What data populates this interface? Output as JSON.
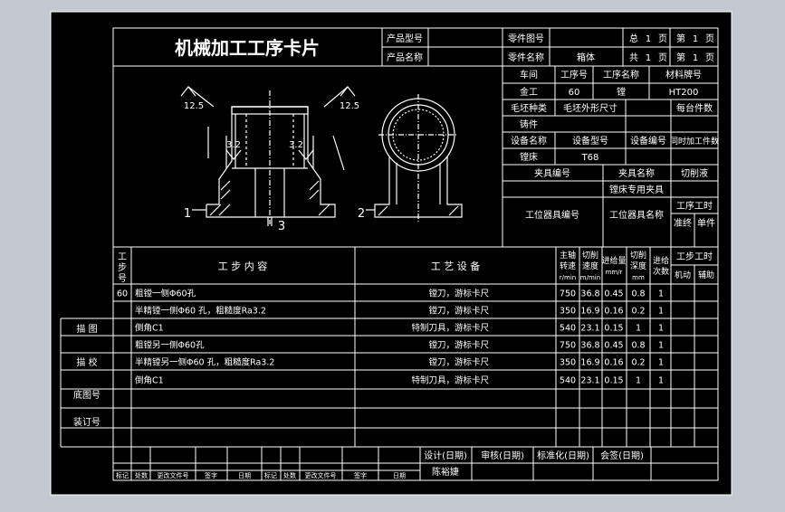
{
  "title": "机械加工工序卡片",
  "header": {
    "product_model_label": "产品型号",
    "product_name_label": "产品名称",
    "part_drawing_no_label": "零件图号",
    "part_name_label": "零件名称",
    "part_name_value": "箱体",
    "total_prefix": "总",
    "total_value": "1",
    "page_unit": "页",
    "sheet_prefix": "第",
    "sheet_value": "1",
    "common_prefix": "共",
    "common_value": "1"
  },
  "info": {
    "workshop_label": "车间",
    "op_no_label": "工序号",
    "op_name_label": "工序名称",
    "material_label": "材料牌号",
    "workshop": "金工",
    "op_no": "60",
    "op_name": "镗",
    "material": "HT200",
    "blank_type_label": "毛坯种类",
    "blank_size_label": "毛坯外形尺寸",
    "per_blank_label": "每台件数",
    "pieces_label": "铸件",
    "equip_name_label": "设备名称",
    "equip_model_label": "设备型号",
    "equip_no_label": "设备编号",
    "simul_label": "同时加工件数",
    "equip_name": "镗床",
    "equip_model": "T68",
    "fixture_no_label": "夹具编号",
    "fixture_name_label": "夹具名称",
    "coolant_label": "切削液",
    "fixture_name": "镗床专用夹具",
    "station_tool_no_label": "工位器具编号",
    "station_tool_name_label": "工位器具名称",
    "op_time_label": "工序工时",
    "prep_label": "准终",
    "unit_label": "单件"
  },
  "drawing": {
    "roughness_left": "12.5",
    "roughness_right": "12.5",
    "roughness_in_left": "3.2",
    "roughness_in_right": "3.2",
    "label_1": "1",
    "label_2": "2",
    "label_3": "3"
  },
  "table_head": {
    "step_no": [
      "工",
      "步",
      "号"
    ],
    "content": "工 步 内 容",
    "equipment": "工 艺 设 备",
    "spindle": [
      "主轴",
      "转速",
      "r/min"
    ],
    "cut_speed": [
      "切削",
      "速度",
      "m/min"
    ],
    "feed": [
      "进给量",
      "mm/r"
    ],
    "depth": [
      "切削",
      "深度",
      "mm"
    ],
    "passes": [
      "进给",
      "次数"
    ],
    "step_time": "工步工时",
    "machine_time": "机动",
    "aux_time": "辅助"
  },
  "rows": [
    {
      "no": "60",
      "content": "粗镗一侧Φ60孔",
      "equipment": "镗刀，游标卡尺",
      "n": "750",
      "v": "36.8",
      "f": "0.45",
      "ap": "0.8",
      "i": "1"
    },
    {
      "no": "",
      "content": "半精镗一侧Φ60 孔，粗糙度Ra3.2",
      "equipment": "镗刀，游标卡尺",
      "n": "350",
      "v": "16.9",
      "f": "0.16",
      "ap": "0.2",
      "i": "1"
    },
    {
      "no": "",
      "content": "倒角C1",
      "equipment": "特制刀具，游标卡尺",
      "n": "540",
      "v": "23.1",
      "f": "0.15",
      "ap": "1",
      "i": "1"
    },
    {
      "no": "",
      "content": "粗镗另一侧Φ60孔",
      "equipment": "镗刀，游标卡尺",
      "n": "750",
      "v": "36.8",
      "f": "0.45",
      "ap": "0.8",
      "i": "1"
    },
    {
      "no": "",
      "content": "半精镗另一侧Φ60 孔，粗糙度Ra3.2",
      "equipment": "镗刀，游标卡尺",
      "n": "350",
      "v": "16.9",
      "f": "0.16",
      "ap": "0.2",
      "i": "1"
    },
    {
      "no": "",
      "content": "倒角C1",
      "equipment": "特制刀具，游标卡尺",
      "n": "540",
      "v": "23.1",
      "f": "0.15",
      "ap": "1",
      "i": "1"
    },
    {
      "no": "",
      "content": "",
      "equipment": "",
      "n": "",
      "v": "",
      "f": "",
      "ap": "",
      "i": ""
    },
    {
      "no": "",
      "content": "",
      "equipment": "",
      "n": "",
      "v": "",
      "f": "",
      "ap": "",
      "i": ""
    },
    {
      "no": "",
      "content": "",
      "equipment": "",
      "n": "",
      "v": "",
      "f": "",
      "ap": "",
      "i": ""
    }
  ],
  "side": {
    "trace": "描 图",
    "check": "描 校",
    "base_no": "底图号",
    "binding_no": "装订号"
  },
  "footer": {
    "design": "设计(日期)",
    "review": "审核(日期)",
    "standard": "标准化(日期)",
    "sign": "会签(日期)",
    "designer": "陈裕婕",
    "mark": "标记",
    "count": "处数",
    "doc_no": "更改文件号",
    "signature": "签字",
    "date": "日期"
  }
}
